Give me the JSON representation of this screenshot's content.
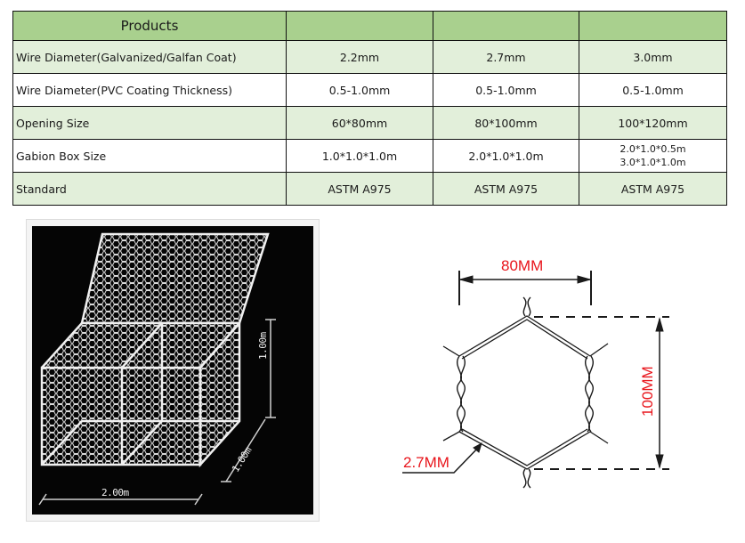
{
  "spec_table": {
    "header": {
      "title": "Products",
      "columns": [
        "",
        "",
        ""
      ]
    },
    "rows": [
      {
        "label": "Wire Diameter(Galvanized/Galfan Coat)",
        "values": [
          "2.2mm",
          "2.7mm",
          "3.0mm"
        ]
      },
      {
        "label": "Wire Diameter(PVC Coating Thickness)",
        "values": [
          "0.5-1.0mm",
          "0.5-1.0mm",
          "0.5-1.0mm"
        ]
      },
      {
        "label": "Opening Size",
        "values": [
          "60*80mm",
          "80*100mm",
          "100*120mm"
        ]
      },
      {
        "label": "Gabion Box Size",
        "values": [
          "1.0*1.0*1.0m",
          "2.0*1.0*1.0m",
          [
            "2.0*1.0*0.5m",
            "3.0*1.0*1.0m"
          ]
        ]
      },
      {
        "label": "Standard",
        "values": [
          "ASTM A975",
          "ASTM A975",
          "ASTM A975"
        ]
      }
    ],
    "colors": {
      "header_bg": "#a9d08e",
      "light_row_bg": "#e2efda",
      "white_row_bg": "#ffffff",
      "border": "#111111"
    }
  },
  "gabion_drawing": {
    "length_label": "2.00m",
    "height_label": "1.00m",
    "width_label": "1.00m",
    "colors": {
      "background": "#050505",
      "lines": "#f0f0f0"
    }
  },
  "mesh_diagram": {
    "width_label": "80MM",
    "height_label": "100MM",
    "wire_label": "2.7MM",
    "colors": {
      "label": "#e8141b",
      "lines": "#1a1a1a"
    }
  }
}
